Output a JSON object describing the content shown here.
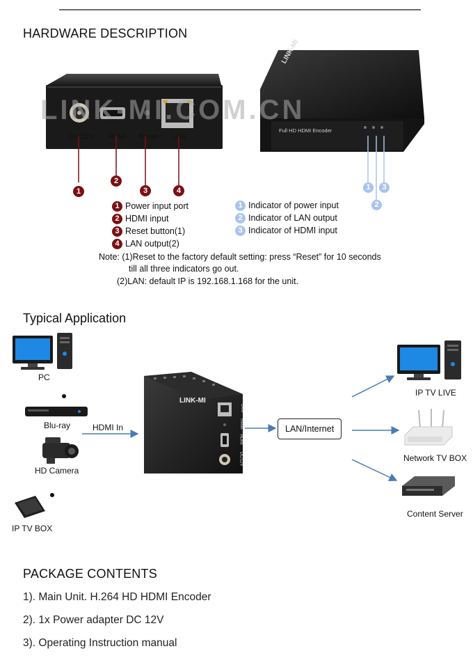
{
  "hardware": {
    "title": "HARDWARE DESCRIPTION",
    "watermark": "LINK-MI.COM.CN",
    "rear_panel_labels": [
      "DC/12V",
      "HDMI",
      "Reset",
      "LAN"
    ],
    "front_device_label": "Full HD HDMI Encoder",
    "brand": "LINK-MI",
    "ports_legend": [
      {
        "num": "1",
        "text": "Power input port"
      },
      {
        "num": "2",
        "text": "HDMI input"
      },
      {
        "num": "3",
        "text": "Reset button(1)"
      },
      {
        "num": "4",
        "text": "LAN output(2)"
      }
    ],
    "indicators_legend": [
      {
        "num": "1",
        "text": "Indicator of power input"
      },
      {
        "num": "2",
        "text": "Indicator of LAN output"
      },
      {
        "num": "3",
        "text": "Indicator of HDMI input"
      }
    ],
    "note_line1": "Note: (1)Reset to the factory default setting: press “Reset” for 10 seconds",
    "note_line2": "till all three indicators go out.",
    "note_line3": "(2)LAN: default IP is 192.168.1.168 for the unit.",
    "callout_colors": {
      "ports": "#7a1014",
      "indicators": "#a9c4ec"
    }
  },
  "application": {
    "title": "Typical Application",
    "sources": [
      "PC",
      "Blu-ray",
      "HD Camera",
      "IP TV BOX"
    ],
    "hdmi_in_label": "HDMI In",
    "network_label": "LAN/Internet",
    "device_brand": "LINK-MI",
    "device_port_labels": [
      "LAN",
      "Reset",
      "HDMI",
      "DC/12V"
    ],
    "destinations": [
      "IP TV LIVE",
      "Network TV BOX",
      "Content Server"
    ],
    "arrow_color": "#4a7bb5"
  },
  "package": {
    "title": "PACKAGE CONTENTS",
    "items": [
      "1). Main Unit. H.264 HD HDMI Encoder",
      "2). 1x Power adapter DC 12V",
      "3). Operating Instruction manual"
    ]
  }
}
